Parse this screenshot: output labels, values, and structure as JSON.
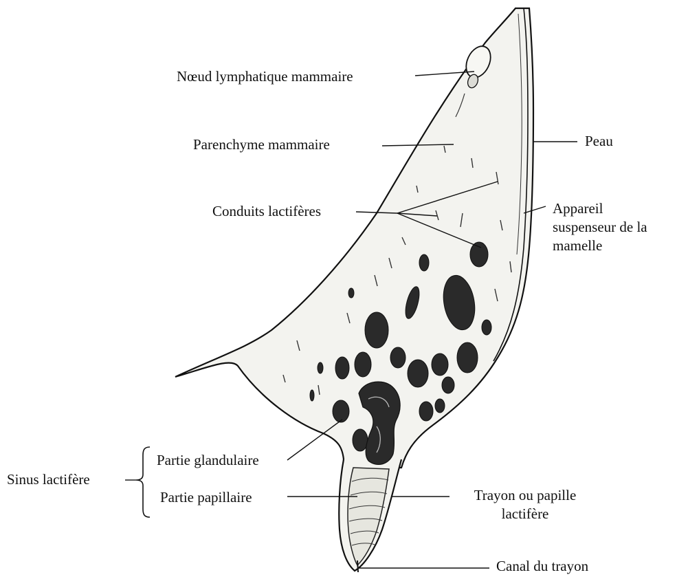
{
  "diagram": {
    "labels": {
      "noeud_lymphatique": "Nœud lymphatique mammaire",
      "parenchyme": "Parenchyme mammaire",
      "conduits": "Conduits lactifères",
      "peau": "Peau",
      "appareil": [
        "Appareil",
        "suspenseur de la",
        "mamelle"
      ],
      "partie_glandulaire": "Partie glandulaire",
      "partie_papillaire": "Partie papillaire",
      "sinus": "Sinus lactifère",
      "trayon": [
        "Trayon ou papille",
        "lactifère"
      ],
      "canal": "Canal du trayon"
    },
    "colors": {
      "ink": "#111111",
      "tissue": "#f3f3ef",
      "cavity": "#2a2a2a",
      "background": "#ffffff"
    }
  }
}
